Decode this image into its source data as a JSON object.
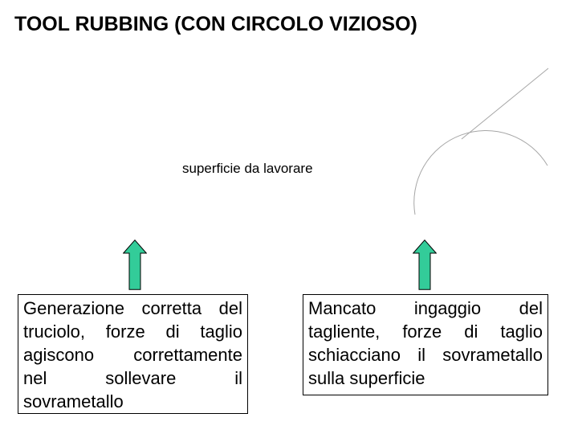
{
  "slide": {
    "title": "TOOL RUBBING (CON CIRCOLO VIZIOSO)",
    "surface_label": "superficie da lavorare"
  },
  "boxes": {
    "left": {
      "lines": [
        "Generazione corretta del",
        "truciolo, forze di taglio",
        "agiscono correttamente",
        "nel sollevare il",
        "sovrametallo"
      ]
    },
    "right": {
      "lines": [
        "Mancato ingaggio del",
        "tagliente, forze di taglio",
        "schiacciano il sovrametallo",
        "sulla superficie"
      ]
    }
  },
  "icons": {
    "left_arrow": "up-arrow-icon",
    "right_arrow": "up-arrow-icon",
    "curve": "workpiece-surface-curve"
  },
  "colors": {
    "arrow_fill": "#33CC99",
    "arrow_stroke": "#000000",
    "curve_stroke": "#A6A6A6",
    "text": "#000000",
    "background": "#FFFFFF"
  }
}
